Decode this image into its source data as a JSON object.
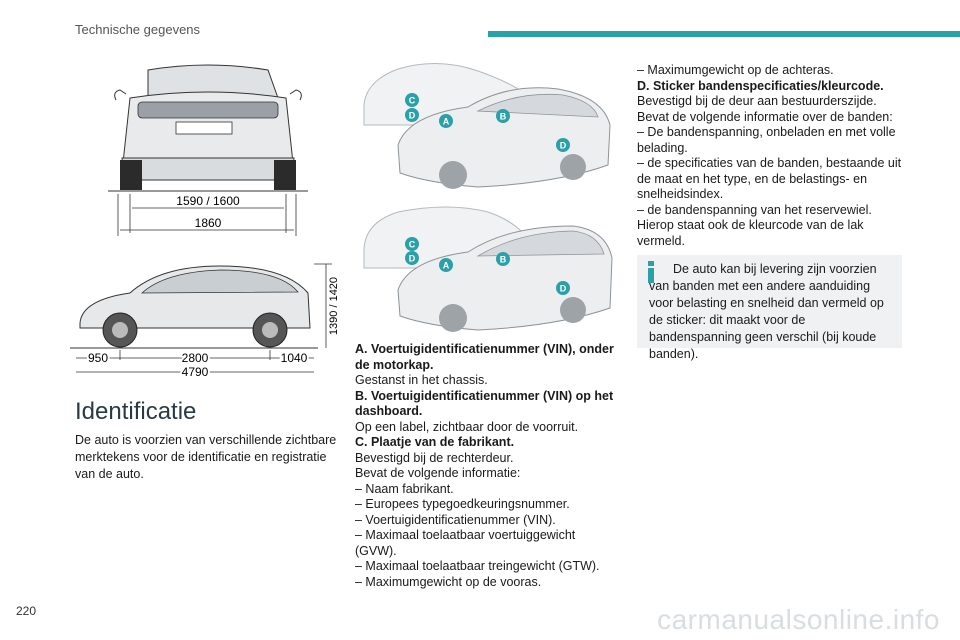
{
  "header": {
    "section": "Technische gegevens",
    "page_number": "220"
  },
  "dimensions": {
    "track": "1590 / 1600",
    "width": "1860",
    "height": "1390 / 1420",
    "front_overhang": "950",
    "wheelbase": "2800",
    "rear_overhang": "1040",
    "length": "4790"
  },
  "callouts": {
    "a": "A",
    "b": "B",
    "c": "C",
    "d": "D"
  },
  "title": "Identificatie",
  "intro": "De auto is voorzien van verschillende zichtbare merktekens voor de identificatie en registratie van de auto.",
  "col2": [
    {
      "text": "A. Voertuigidentificatienummer (VIN), onder de motorkap.",
      "bold": true
    },
    {
      "text": "Gestanst in het chassis.",
      "bold": false
    },
    {
      "text": "B. Voertuigidentificatienummer (VIN) op het dashboard.",
      "bold": true
    },
    {
      "text": "Op een label, zichtbaar door de voorruit.",
      "bold": false
    },
    {
      "text": "C. Plaatje van de fabrikant.",
      "bold": true
    },
    {
      "text": "Bevestigd bij de rechterdeur.",
      "bold": false
    },
    {
      "text": "Bevat de volgende informatie:",
      "bold": false
    },
    {
      "text": "– Naam fabrikant.",
      "bold": false
    },
    {
      "text": "– Europees typegoedkeuringsnummer.",
      "bold": false
    },
    {
      "text": "– Voertuigidentificatienummer (VIN).",
      "bold": false
    },
    {
      "text": "– Maximaal toelaatbaar voertuiggewicht (GVW).",
      "bold": false
    },
    {
      "text": "– Maximaal toelaatbaar treingewicht (GTW).",
      "bold": false
    },
    {
      "text": "– Maximumgewicht op de vooras.",
      "bold": false
    }
  ],
  "col3": [
    {
      "text": "– Maximumgewicht op de achteras.",
      "bold": false
    },
    {
      "text": "D. Sticker bandenspecificaties/kleurcode.",
      "bold": true
    },
    {
      "text": "Bevestigd bij de deur aan bestuurderszijde.",
      "bold": false
    },
    {
      "text": "Bevat de volgende informatie over de banden:",
      "bold": false
    },
    {
      "text": "– De bandenspanning, onbeladen en met volle belading.",
      "bold": false
    },
    {
      "text": "– de specificaties van de banden, bestaande uit de maat en het type, en de belastings- en snelheidsindex.",
      "bold": false
    },
    {
      "text": "– de bandenspanning van het reservewiel.",
      "bold": false
    },
    {
      "text": "Hierop staat ook de kleurcode van de lak vermeld.",
      "bold": false
    }
  ],
  "note": "De auto kan bij levering zijn voorzien van banden met een andere aanduiding voor belasting en snelheid dan vermeld op de sticker: dit maakt voor de bandenspanning geen verschil (bij koude banden).",
  "watermark": "carmanualsonline.info",
  "colors": {
    "accent": "#2aa0a8",
    "callout": "#2aa0a8",
    "note_bg": "#f0f1f2"
  }
}
